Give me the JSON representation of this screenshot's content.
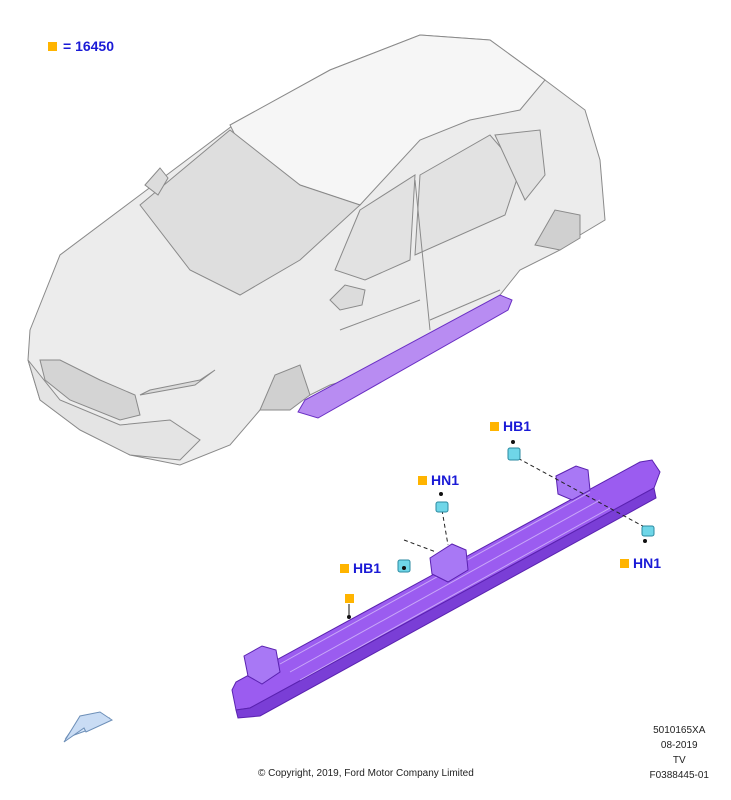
{
  "legend": {
    "symbol": "orange-square",
    "label": "= 16450"
  },
  "callouts": {
    "hb1_top": "HB1",
    "hn1_top": "HN1",
    "hb1_left": "HB1",
    "hn1_right": "HN1"
  },
  "footer": {
    "ref1": "5010165XA",
    "date": "08-2019",
    "code": "TV",
    "figure": "F0388445-01",
    "copyright": "© Copyright, 2019, Ford Motor Company Limited"
  },
  "colors": {
    "part": "#9b5cf0",
    "part_dark": "#6a2fc4",
    "callout": "#1a1ad6",
    "marker": "#ffb400",
    "fastener": "#6fd6e8"
  }
}
